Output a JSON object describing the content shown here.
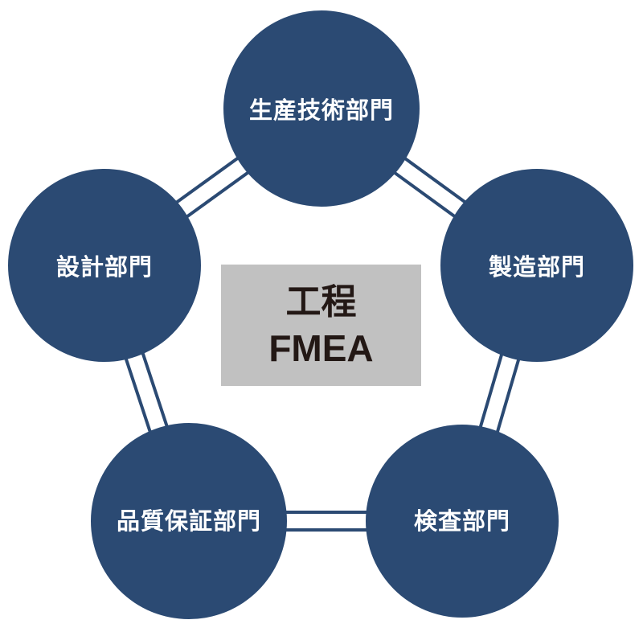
{
  "colors": {
    "node": "#2b4a73",
    "center_box": "#c1c1c1",
    "center_text": "#231815"
  },
  "center": {
    "line1": "工程",
    "line2": "FMEA"
  },
  "nodes": [
    {
      "id": "top",
      "label": "生産技術部門"
    },
    {
      "id": "right",
      "label": "製造部門"
    },
    {
      "id": "bottom-right",
      "label": "検査部門"
    },
    {
      "id": "bottom-left",
      "label": "品質保証部門"
    },
    {
      "id": "left",
      "label": "設計部門"
    }
  ]
}
